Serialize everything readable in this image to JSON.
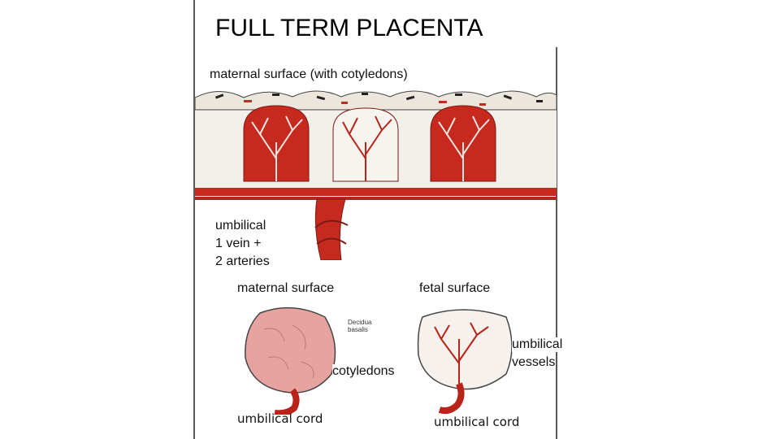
{
  "title": "FULL TERM PLACENTA",
  "labels": {
    "maternal_surface_cotyledons": "maternal surface (with cotyledons)",
    "umbilical_line1": "umbilical",
    "umbilical_line2": "1 vein +",
    "umbilical_line3": "2 arteries",
    "maternal_surface": "maternal surface",
    "fetal_surface": "fetal surface",
    "cotyledons": "cotyledons",
    "umbilical_vessels_line1": "umbilical",
    "umbilical_vessels_line2": "vessels",
    "umbilical_cord_left": "umbilical cord",
    "umbilical_cord_right": "umbilical cord",
    "decidua_line1": "Decidua",
    "decidua_line2": "basalis"
  },
  "colors": {
    "blood_red": "#c62a1f",
    "vessel_red": "#b8231a",
    "maternal_pink": "#e6a3a0",
    "outline": "#333333"
  }
}
